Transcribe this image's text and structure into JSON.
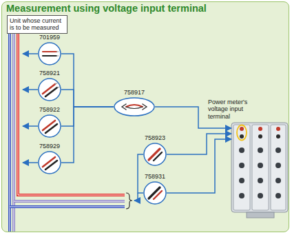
{
  "diagram": {
    "title": "Measurement using voltage input terminal",
    "nodes": [
      {
        "text": [
          "Unit whose current is to be measured"
        ]
      },
      {
        "text": [
          "701959"
        ]
      },
      {
        "text": [
          "758921"
        ]
      },
      {
        "text": [
          "758922"
        ]
      },
      {
        "text": [
          "758929"
        ]
      },
      {
        "text": [
          "758917"
        ]
      },
      {
        "text": [
          "758923"
        ]
      },
      {
        "text": [
          "758931"
        ]
      },
      {
        "text": [
          "Power meter's voltage input terminal"
        ]
      }
    ],
    "edges": [
      {
        "from": 1,
        "to": 5,
        "arrow": "none"
      },
      {
        "from": 2,
        "to": 5,
        "arrow": "none"
      },
      {
        "from": 3,
        "to": 5,
        "arrow": "none"
      },
      {
        "from": 4,
        "to": 5,
        "arrow": "none"
      },
      {
        "from": 5,
        "to": 8,
        "arrow": "to"
      },
      {
        "from": 6,
        "to": 8,
        "arrow": "to"
      },
      {
        "from": 7,
        "to": 8,
        "arrow": "to"
      }
    ]
  }
}
